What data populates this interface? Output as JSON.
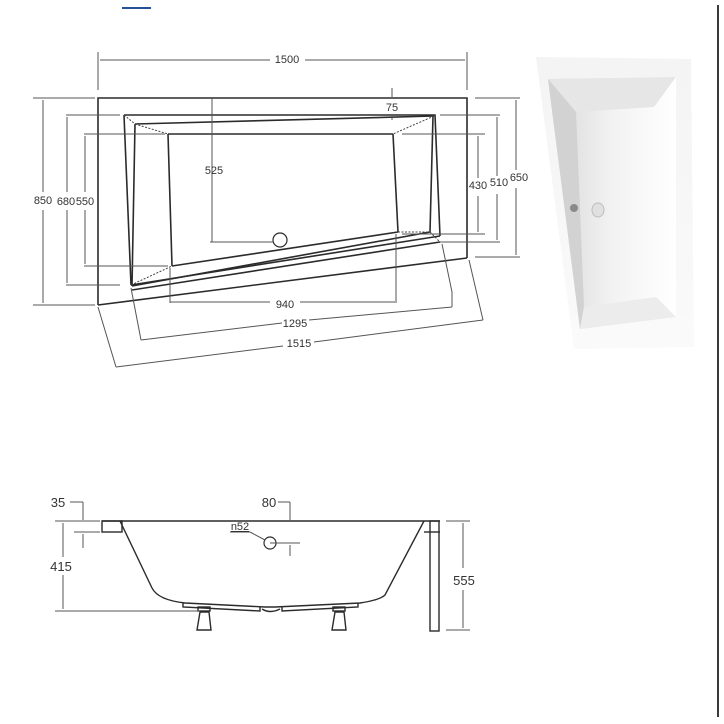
{
  "header": {
    "link_text": ""
  },
  "top_view": {
    "dimensions": {
      "overall_width": "1500",
      "rim_offset": "75",
      "drain_depth": "525",
      "left_850": "850",
      "left_680": "680",
      "left_550": "550",
      "right_430": "430",
      "right_510": "510",
      "right_650": "650",
      "bottom_940": "940",
      "bottom_1295": "1295",
      "bottom_1515": "1515"
    }
  },
  "side_view": {
    "dimensions": {
      "rim_thickness": "35",
      "rim_80": "80",
      "overflow_label": "n52",
      "inner_height": "415",
      "total_height": "555"
    }
  },
  "photo": {
    "alt": "Asymmetric white acrylic bathtub, top view"
  },
  "colors": {
    "line": "#2b2b2b",
    "dim_line": "#555555",
    "text": "#333333",
    "link": "#2a4f9a"
  }
}
